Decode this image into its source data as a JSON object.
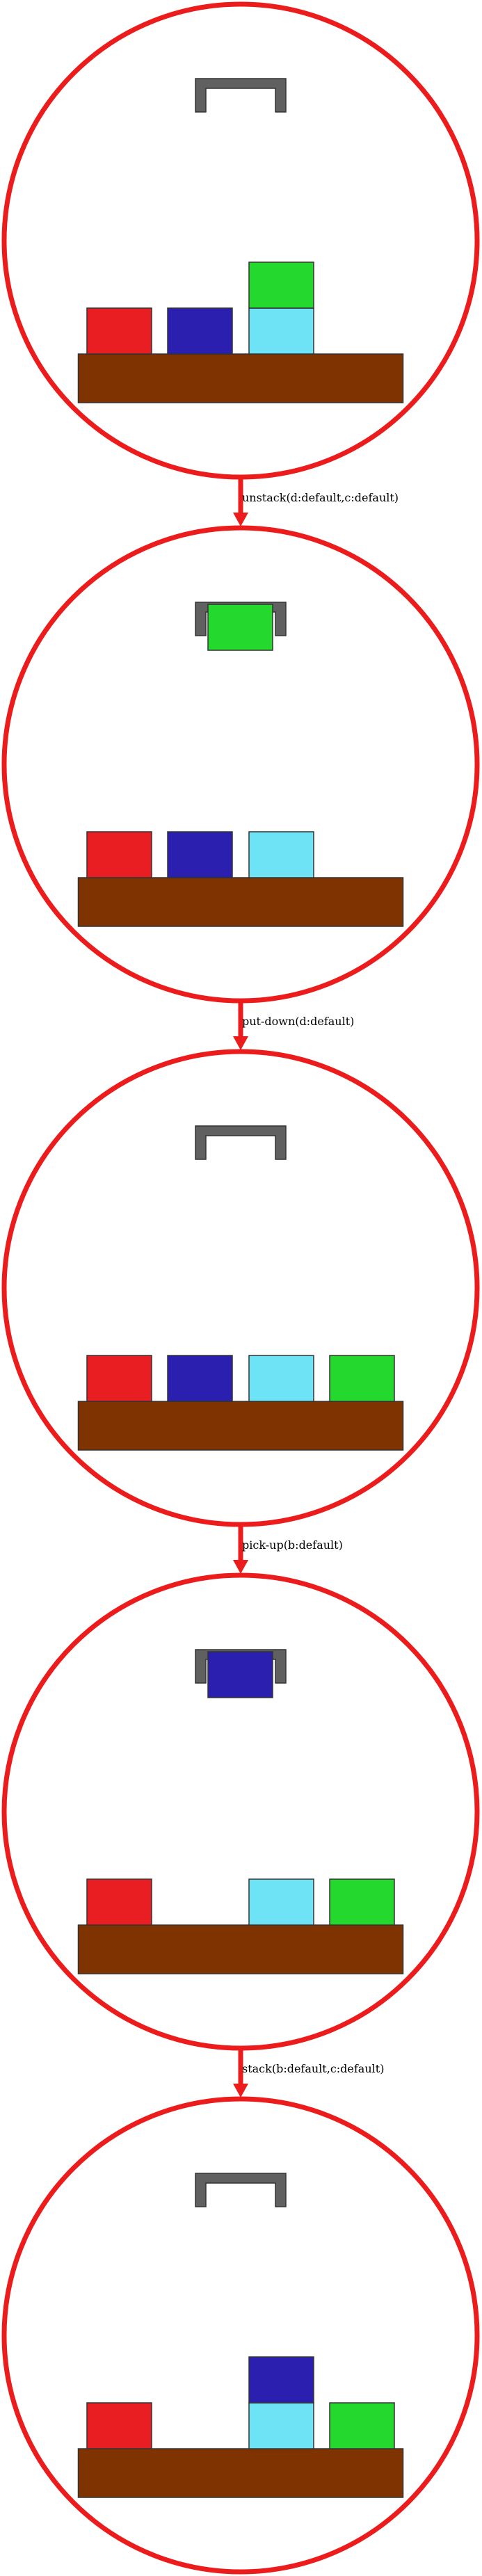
{
  "colors": {
    "state_ring": "#ec1c1c",
    "arrow": "#ec1c1c",
    "table": "#7f3300",
    "gripper": "#606060",
    "block_outline": "#333333"
  },
  "blocks": {
    "a": {
      "color": "#e81e22"
    },
    "b": {
      "color": "#2a1fae"
    },
    "c": {
      "color": "#6ee3f6"
    },
    "d": {
      "color": "#25d82e"
    }
  },
  "states": [
    {
      "holding": null,
      "stacks": [
        [
          "a"
        ],
        [
          "b"
        ],
        [
          "c",
          "d"
        ],
        []
      ]
    },
    {
      "holding": "d",
      "stacks": [
        [
          "a"
        ],
        [
          "b"
        ],
        [
          "c"
        ],
        []
      ]
    },
    {
      "holding": null,
      "stacks": [
        [
          "a"
        ],
        [
          "b"
        ],
        [
          "c"
        ],
        [
          "d"
        ]
      ]
    },
    {
      "holding": "b",
      "stacks": [
        [
          "a"
        ],
        [],
        [
          "c"
        ],
        [
          "d"
        ]
      ]
    },
    {
      "holding": null,
      "stacks": [
        [
          "a"
        ],
        [],
        [
          "c",
          "b"
        ],
        [
          "d"
        ]
      ]
    }
  ],
  "actions": [
    {
      "label": "unstack(d:default,c:default)"
    },
    {
      "label": "put-down(d:default)"
    },
    {
      "label": "pick-up(b:default)"
    },
    {
      "label": "stack(b:default,c:default)"
    }
  ]
}
